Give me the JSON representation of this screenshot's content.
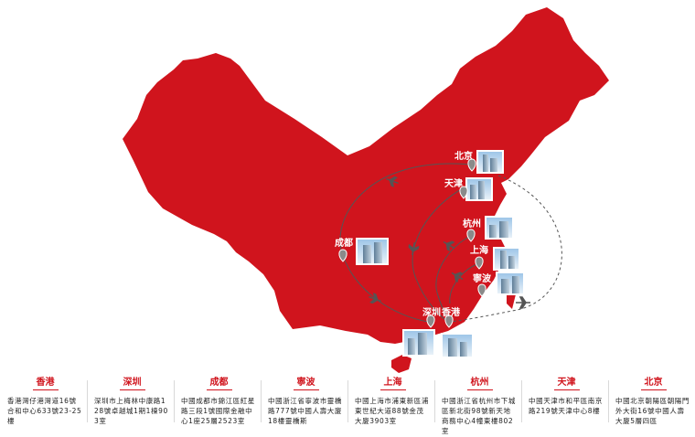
{
  "colors": {
    "map_fill": "#d0141d",
    "route": "#555555",
    "accent": "#d0141d"
  },
  "icons": {
    "marker": "map-pin-icon",
    "plane": "airplane-icon",
    "photo": "building-photo-icon"
  },
  "map_labels": {
    "beijing": "北京",
    "tianjin": "天津",
    "hangzhou": "杭州",
    "shanghai": "上海",
    "ningbo": "寧波",
    "chengdu": "成都",
    "shenzhen": "深圳",
    "hongkong": "香港"
  },
  "offices": [
    {
      "city": "香港",
      "address": "香港灣仔港灣道16號合和中心633號23-25樓"
    },
    {
      "city": "深圳",
      "address": "深圳市上梅林中康路128號卓越城1期1棟903室"
    },
    {
      "city": "成都",
      "address": "中國成都市錦江區紅星路三段1號國際金融中心1座25層2523室"
    },
    {
      "city": "寧波",
      "address": "中國浙江省寧波市靈橋路777號中國人壽大廈18樓靈橋斯"
    },
    {
      "city": "上海",
      "address": "中國上海市浦東新區浦東世紀大道88號金茂大廈3903室"
    },
    {
      "city": "杭州",
      "address": "中國浙江省杭州市下城區新北街98號新天地商務中心4幢東樓802室"
    },
    {
      "city": "天津",
      "address": "中國天津市和平區南京路219號天津中心8樓"
    },
    {
      "city": "北京",
      "address": "中國北京朝陽區朝陽門外大街16號中國人壽大廈5層四區"
    }
  ]
}
